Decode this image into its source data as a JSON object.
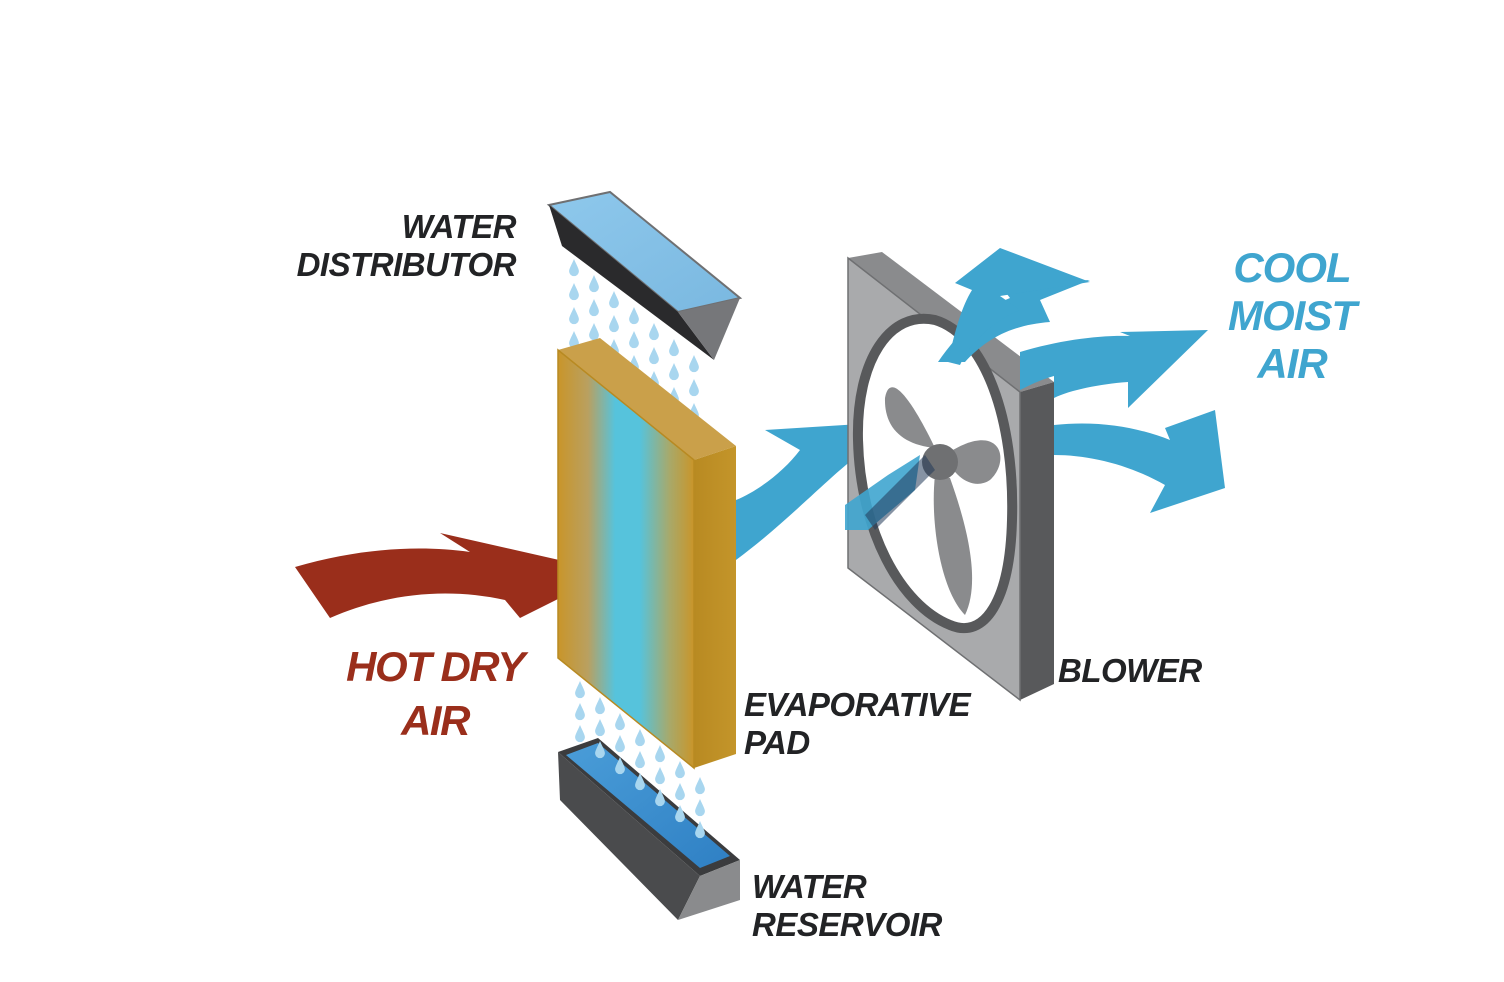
{
  "labels": {
    "water_distributor": [
      "WATER",
      "DISTRIBUTOR"
    ],
    "evaporative_pad": [
      "EVAPORATIVE",
      "PAD"
    ],
    "water_reservoir": [
      "WATER",
      "RESERVOIR"
    ],
    "blower": [
      "BLOWER"
    ],
    "hot_dry_air": [
      "HOT DRY",
      "AIR"
    ],
    "cool_moist_air": [
      "COOL",
      "MOIST",
      "AIR"
    ]
  },
  "colors": {
    "hot_air": "#9a2e1b",
    "cool_air": "#3fa5cf",
    "pad_amber": "#c9952a",
    "pad_blue": "#56c3dc",
    "water": "#8ecbea",
    "label_text": "#222325",
    "frame_face": "#a9aaac",
    "frame_side": "#6f7072"
  },
  "icons": {
    "distributor": "water-distributor-icon",
    "pad": "evaporative-pad-icon",
    "reservoir": "water-reservoir-icon",
    "blower": "blower-fan-icon",
    "hot_arrow": "hot-air-arrow-icon",
    "cool_arrows": "cool-air-arrow-icon"
  }
}
